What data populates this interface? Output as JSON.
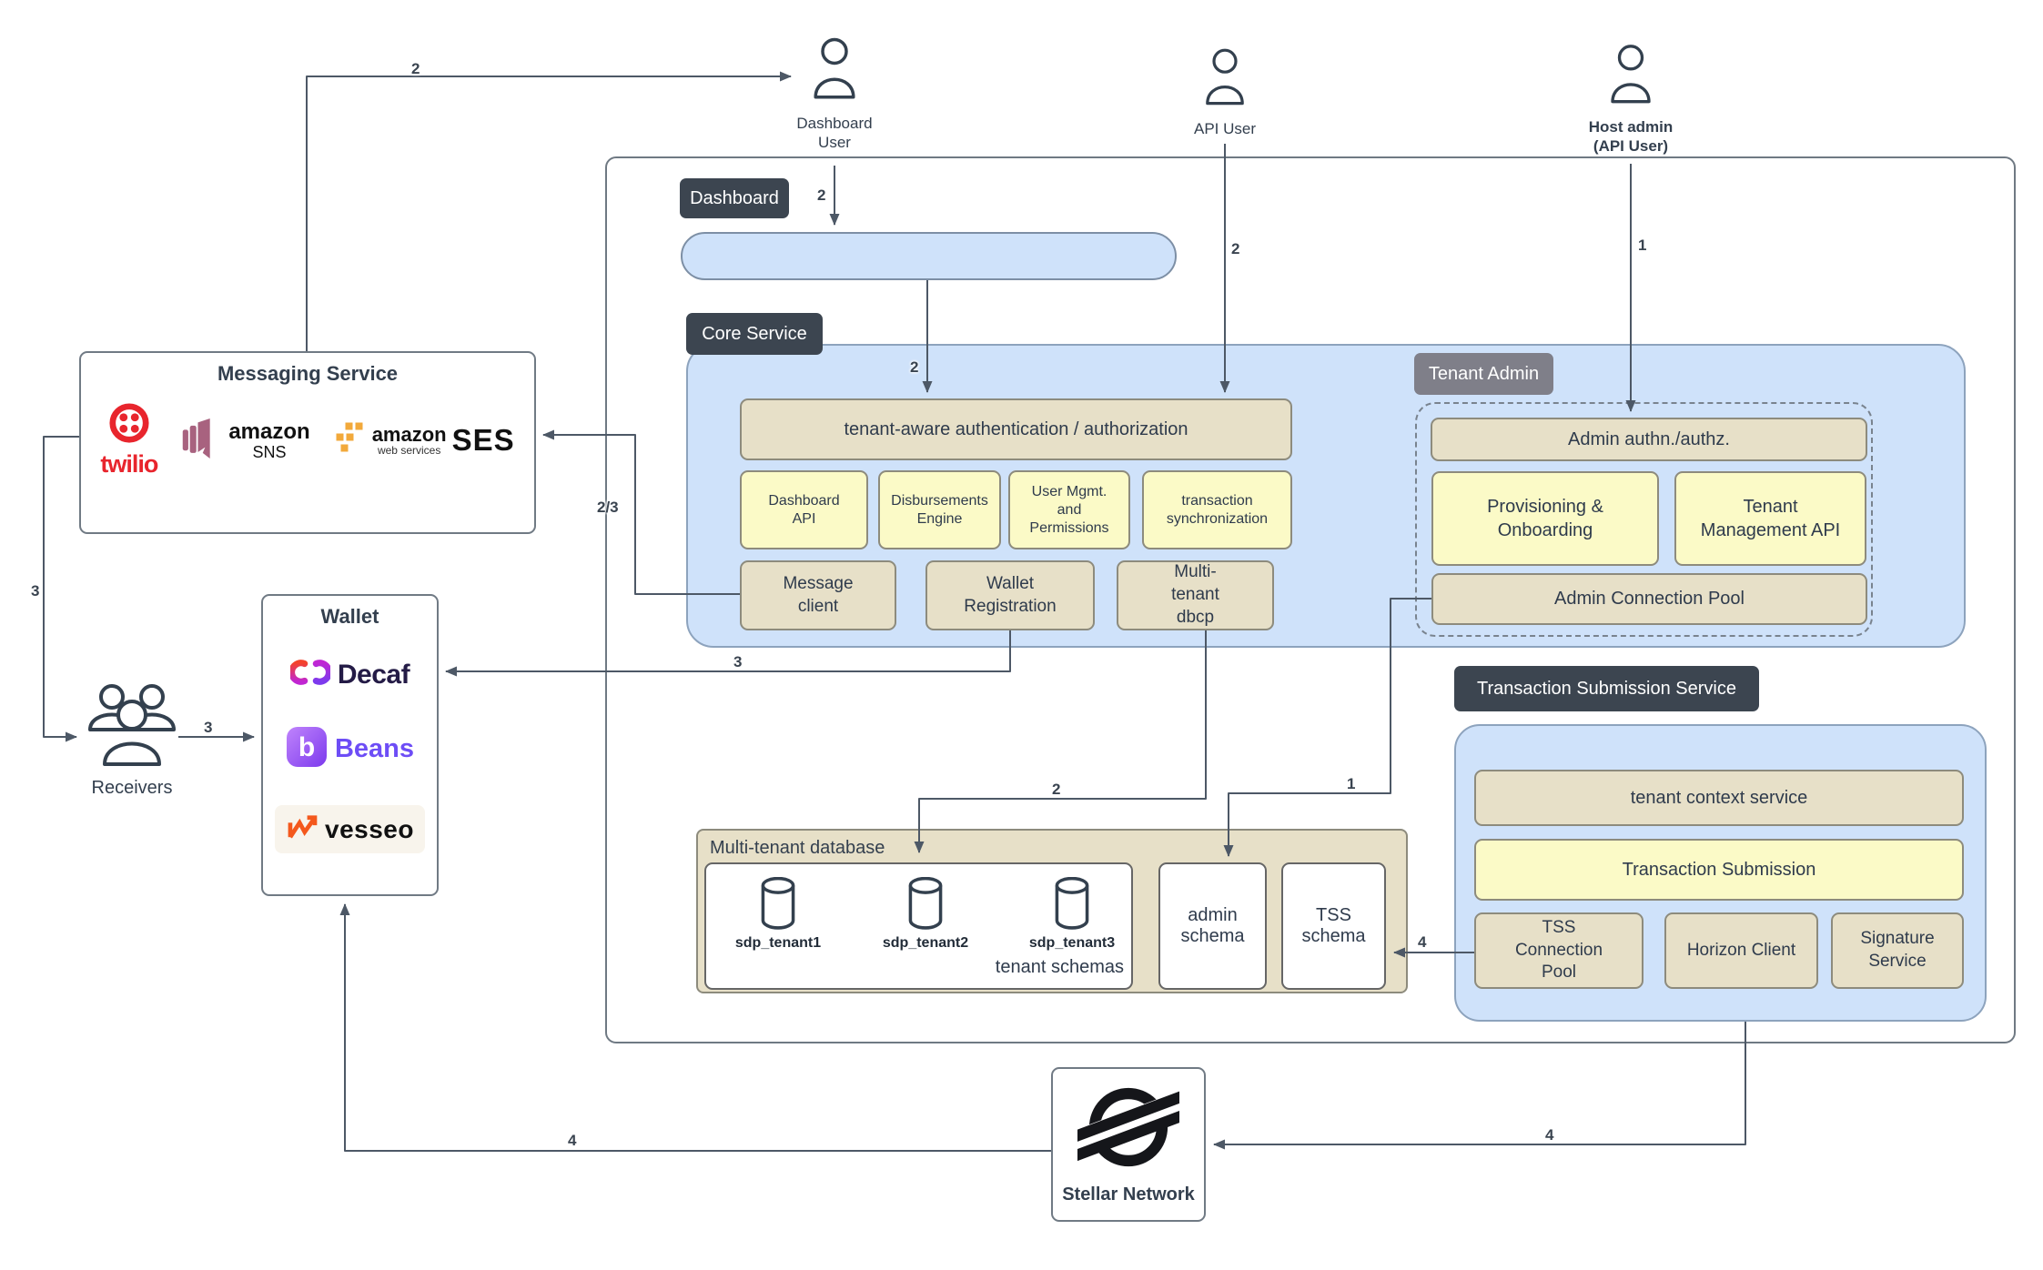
{
  "actors": {
    "dashboard_user": {
      "line1": "Dashboard",
      "line2": "User"
    },
    "api_user": {
      "line1": "API User"
    },
    "host_admin": {
      "line1": "Host admin",
      "line2": "(API User)"
    }
  },
  "badges": {
    "dashboard": "Dashboard",
    "core_service": "Core Service",
    "tenant_admin": "Tenant Admin",
    "tss": "Transaction Submission Service"
  },
  "messaging": {
    "title": "Messaging Service",
    "twilio_label": "twilio",
    "sns_brand": "amazon",
    "sns_label": "SNS",
    "ses_brand": "amazon",
    "ses_sub": "web services",
    "ses_label": "SES"
  },
  "wallet": {
    "title": "Wallet",
    "decaf_label": "Decaf",
    "beans_label": "Beans",
    "vesseo_label": "vesseo"
  },
  "receivers": {
    "label": "Receivers"
  },
  "stellar": {
    "label": "Stellar Network"
  },
  "core": {
    "auth_label": "tenant-aware authentication / authorization",
    "modules": [
      "Dashboard API",
      "Disbursements Engine",
      "User Mgmt. and Permissions",
      "transaction synchronization"
    ],
    "services": [
      "Message client",
      "Wallet Registration",
      "Multi-tenant dbcp"
    ]
  },
  "tenant_admin": {
    "auth": "Admin authn./authz.",
    "provisioning": "Provisioning & Onboarding",
    "mgmt_api": "Tenant Management API",
    "pool": "Admin Connection Pool"
  },
  "tss": {
    "context": "tenant context service",
    "submission": "Transaction Submission",
    "pool": "TSS Connection Pool",
    "horizon": "Horizon Client",
    "signature": "Signature Service"
  },
  "database": {
    "title": "Multi-tenant database",
    "tenants": [
      "sdp_tenant1",
      "sdp_tenant2",
      "sdp_tenant3"
    ],
    "schemas_label": "tenant schemas",
    "admin_schema": "admin schema",
    "tss_schema": "TSS schema"
  },
  "edges": {
    "msg_to_dashboard_user": "2",
    "dashboard_user_to_pill": "2",
    "pill_to_auth": "2",
    "api_user_to_auth": "2",
    "host_admin_to_admin_auth": "1",
    "message_client_to_messaging": "2/3",
    "messaging_to_receivers": "3",
    "receivers_to_wallet": "3",
    "wallet_registration_to_wallet": "3",
    "dbcp_to_tenant_schemas": "2",
    "admin_pool_to_admin_schema": "1",
    "tss_pool_to_tss_schema": "4",
    "tss_to_stellar": "4",
    "stellar_to_wallet": "4"
  },
  "colors": {
    "blue_fill": "#cfe2fa",
    "tan_fill": "#e7e0c8",
    "yellow_fill": "#fbfac7",
    "badge_dark": "#3c4550",
    "badge_gray": "#7f7f89",
    "line": "#4d5866"
  }
}
